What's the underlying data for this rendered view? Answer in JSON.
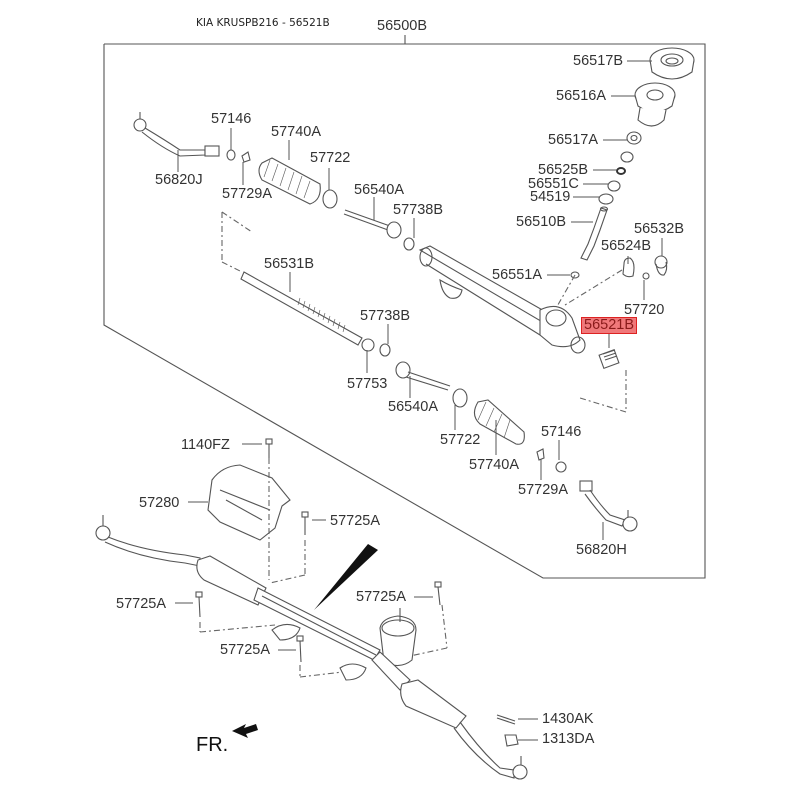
{
  "caption": "KIA KRUSPB216 - 56521B",
  "assembly_label": "56500B",
  "highlighted_part": "56521B",
  "colors": {
    "highlight_fill": "#f0787a",
    "highlight_border": "#dd2222",
    "line": "#555555"
  },
  "direction_label": "FR.",
  "labels": {
    "p56517B": "56517B",
    "p56516A": "56516A",
    "p56517A": "56517A",
    "p56525B": "56525B",
    "p56551C": "56551C",
    "p54519": "54519",
    "p56510B": "56510B",
    "p56532B": "56532B",
    "p56524B": "56524B",
    "p56551A": "56551A",
    "p57720": "57720",
    "p56521B": "56521B",
    "p57146_l": "57146",
    "p57740A_l": "57740A",
    "p57722_l": "57722",
    "p56820J": "56820J",
    "p57729A_l": "57729A",
    "p56540A_t": "56540A",
    "p57738B_t": "57738B",
    "p56531B": "56531B",
    "p57738B_b": "57738B",
    "p57753": "57753",
    "p56540A_b": "56540A",
    "p57722_r": "57722",
    "p57740A_r": "57740A",
    "p57146_r": "57146",
    "p57729A_r": "57729A",
    "p56820H": "56820H",
    "p1140FZ": "1140FZ",
    "p57280": "57280",
    "p57725A_1": "57725A",
    "p57725A_2": "57725A",
    "p57725A_3": "57725A",
    "p57725A_4": "57725A",
    "p1430AK": "1430AK",
    "p1313DA": "1313DA"
  }
}
